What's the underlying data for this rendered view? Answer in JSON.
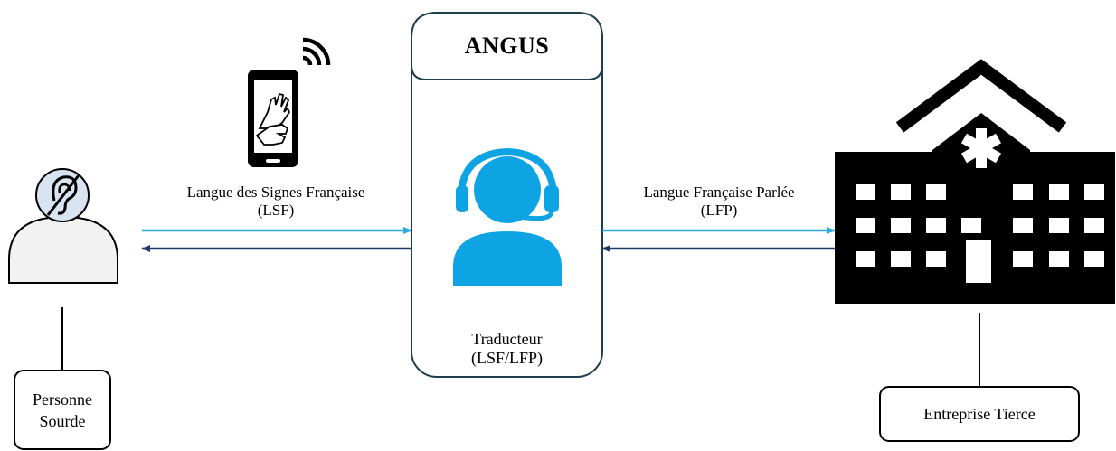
{
  "center": {
    "title": "ANGUS",
    "role_line1": "Traducteur",
    "role_line2": "(LSF/LFP)"
  },
  "left_link": {
    "line1": "Langue des Signes Française",
    "line2": "(LSF)"
  },
  "right_link": {
    "line1": "Langue Française Parlée",
    "line2": "(LFP)"
  },
  "left_actor": {
    "line1": "Personne",
    "line2": "Sourde"
  },
  "right_actor": {
    "label": "Entreprise Tierce"
  },
  "colors": {
    "light_arrow": "#29abe2",
    "dark_arrow": "#1f3864",
    "agent": "#0ea4e4",
    "box_border": "#1f3d4d",
    "person_fill": "#f2f2f2",
    "ear_badge": "#d9e4f2"
  },
  "icons": [
    "deaf-ear-icon",
    "person-icon",
    "phone-sign-language-icon",
    "wifi-signal-icon",
    "headset-agent-icon",
    "hospital-building-icon"
  ]
}
